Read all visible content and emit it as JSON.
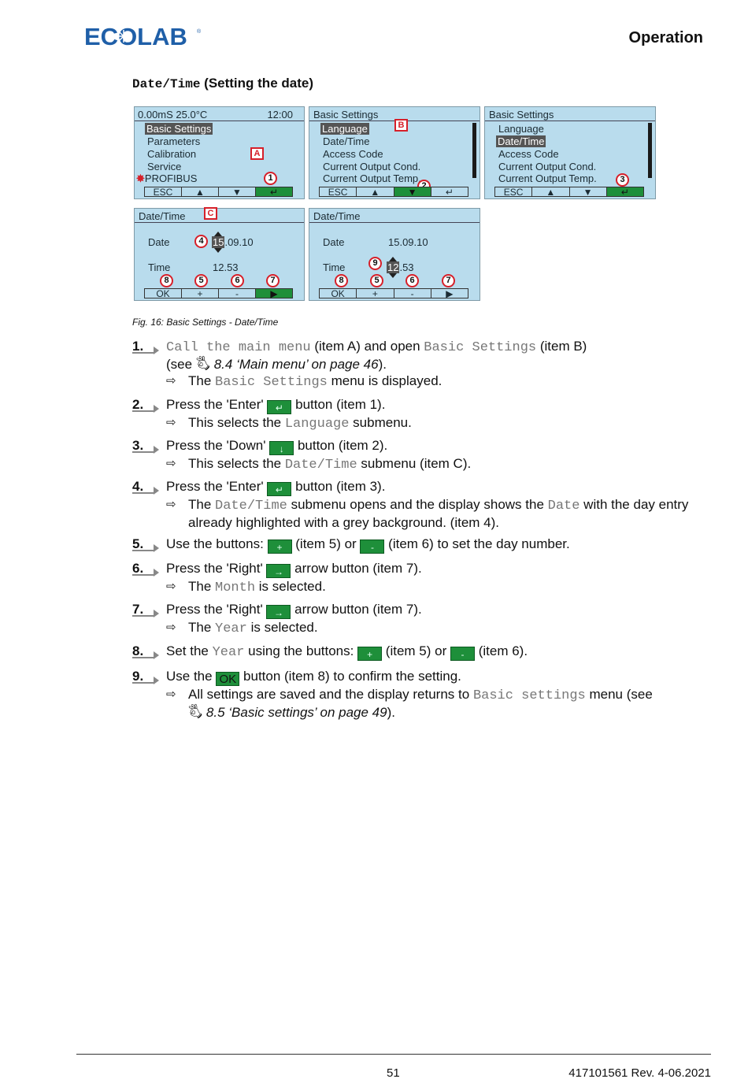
{
  "header": {
    "logo_text": "ECOLAB",
    "section": "Operation"
  },
  "subheading": {
    "code": "Date/Time",
    "text": "(Setting the date)"
  },
  "screens": {
    "main": {
      "status_left": "0.00mS  25.0°C",
      "status_right": "12:00",
      "items": [
        "Basic Settings",
        "Parameters",
        "Calibration",
        "Service",
        "PROFIBUS"
      ],
      "keys": [
        "ESC",
        "▲",
        "▼",
        "↵"
      ],
      "callout_letter": "A",
      "callout_num": "1"
    },
    "basic1": {
      "title": "Basic Settings",
      "items": [
        "Language",
        "Date/Time",
        "Access Code",
        "Current Output Cond.",
        "Current Output Temp."
      ],
      "keys": [
        "ESC",
        "▲",
        "▼",
        "↵"
      ],
      "callout_letter": "B",
      "callout_num": "2"
    },
    "basic2": {
      "title": "Basic Settings",
      "items": [
        "Language",
        "Date/Time",
        "Access Code",
        "Current Output Cond.",
        "Current Output Temp."
      ],
      "keys": [
        "ESC",
        "▲",
        "▼",
        "↵"
      ],
      "callout_num": "3"
    },
    "date1": {
      "title": "Date/Time",
      "date_label": "Date",
      "date_day": "15",
      "date_rest": ".09.10",
      "time_label": "Time",
      "time_value": "12.53",
      "keys": [
        "OK",
        "+",
        "-",
        "▶"
      ],
      "callout_letter": "C",
      "callout_date": "4",
      "callouts": [
        "8",
        "5",
        "6",
        "7"
      ]
    },
    "date2": {
      "title": "Date/Time",
      "date_label": "Date",
      "date_value": "15.09.10",
      "time_label": "Time",
      "time_hour": "12",
      "time_rest": ".53",
      "keys": [
        "OK",
        "+",
        "-",
        "▶"
      ],
      "callout_time": "9",
      "callouts": [
        "8",
        "5",
        "6",
        "7"
      ]
    }
  },
  "caption": "Fig. 16: Basic Settings - Date/Time",
  "steps": {
    "s1": {
      "num": "1.",
      "code1": "Call the main menu",
      "t1": " (item A) and open ",
      "code2": "Basic Settings",
      "t2": "  (item B)",
      "see": "(see ",
      "ref": "8.4  ‘Main menu’ on page 46",
      "see_end": ").",
      "res_t1": "The ",
      "res_code": "Basic Settings",
      "res_t2": " menu is displayed."
    },
    "s2": {
      "num": "2.",
      "t1": "Press the 'Enter' ",
      "t2": " button (item 1).",
      "res_t1": "This selects the ",
      "res_code": "Language",
      "res_t2": " submenu."
    },
    "s3": {
      "num": "3.",
      "t1": "Press the 'Down' ",
      "t2": " button (item 2).",
      "res_t1": "This selects the ",
      "res_code": "Date/Time",
      "res_t2": " submenu (item C)."
    },
    "s4": {
      "num": "4.",
      "t1": "Press the 'Enter' ",
      "t2": " button (item 3).",
      "res_t1": "The ",
      "res_code": "Date/Time",
      "res_t2": " submenu opens and the display shows the ",
      "res_code2": "Date",
      "res_t3": " with the day entry already highlighted with a grey background. (item 4)."
    },
    "s5": {
      "num": "5.",
      "t1": "Use the buttons: ",
      "t2": " (item 5) or ",
      "t3": " (item 6) to set the day number."
    },
    "s6": {
      "num": "6.",
      "t1": "Press the 'Right' ",
      "t2": " arrow button (item 7).",
      "res_t1": "The ",
      "res_code": "Month",
      "res_t2": " is selected."
    },
    "s7": {
      "num": "7.",
      "t1": "Press the 'Right' ",
      "t2": " arrow button (item 7).",
      "res_t1": "The ",
      "res_code": "Year",
      "res_t2": " is selected."
    },
    "s8": {
      "num": "8.",
      "t1": "Set the ",
      "code": "Year",
      "t2": " using the buttons: ",
      "t3": " (item 5) or ",
      "t4": " (item 6)."
    },
    "s9": {
      "num": "9.",
      "t1": "Use the ",
      "ok": "OK",
      "t2": " button (item 8) to confirm the setting.",
      "res_t1": "All settings are saved and the display returns to ",
      "res_code": "Basic settings",
      "res_t2": " menu (see ",
      "ref": "8.5  ‘Basic settings’ on page 49",
      "res_t3": ")."
    }
  },
  "button_glyphs": {
    "enter": "↵",
    "down": "↓",
    "plus": "+",
    "minus": "-",
    "right": "→"
  },
  "footer": {
    "page": "51",
    "doc_ref": "417101561 Rev. 4-06.2021"
  },
  "colors": {
    "brand_blue": "#1f5fa8",
    "screen_bg": "#b9dced",
    "button_green": "#1e8f3a",
    "callout_red": "#d6202a"
  }
}
